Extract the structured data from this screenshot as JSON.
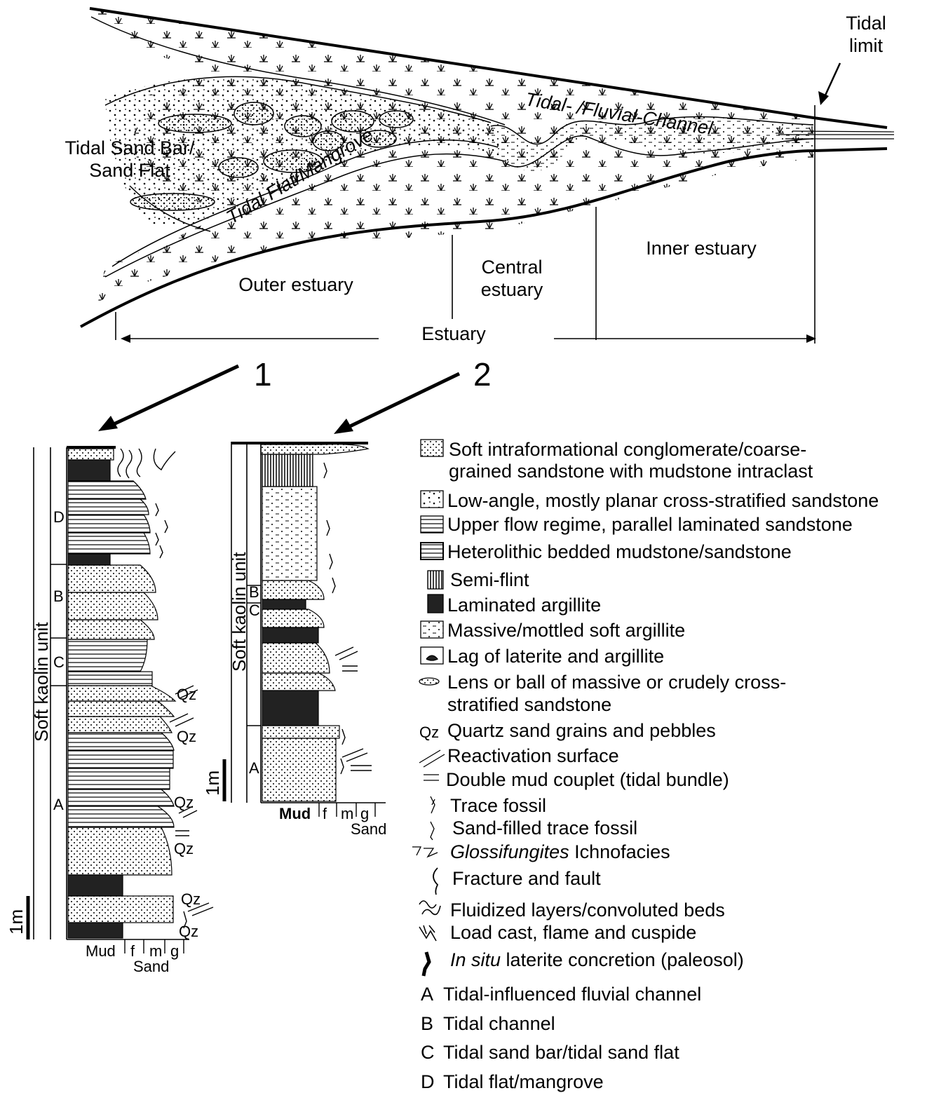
{
  "estuary_map": {
    "tidal_limit": [
      "Tidal",
      "limit"
    ],
    "channel_label": "Tidal- /Fluvial-Channel",
    "sand_bar_label": [
      "Tidal Sand Bar/",
      "Sand Flat"
    ],
    "tidal_flat_label": "Tidal Flat/Mangrove",
    "outer": "Outer estuary",
    "central": [
      "Central",
      "estuary"
    ],
    "inner": "Inner estuary",
    "estuary": "Estuary"
  },
  "pointers": {
    "one": "1",
    "two": "2"
  },
  "column1": {
    "unit_label": "Soft kaolin unit",
    "facies_letters": [
      "D",
      "B",
      "C",
      "A"
    ],
    "scale": "1m",
    "grain_axis": [
      "Mud",
      "f",
      "m",
      "g"
    ],
    "sand_label": "Sand",
    "qz": "Qz"
  },
  "column2": {
    "unit_label": "Soft kaolin unit",
    "facies_letters": [
      "B",
      "C",
      "A"
    ],
    "scale": "1m",
    "grain_axis": [
      "Mud",
      "f",
      "m",
      "g"
    ],
    "sand_label": "Sand"
  },
  "legend": {
    "items": [
      {
        "icon": "conglomerate",
        "text": [
          "Soft intraformational conglomerate/coarse-",
          "grained sandstone with mudstone intraclast"
        ]
      },
      {
        "icon": "low-angle",
        "text": [
          "Low-angle, mostly planar cross-stratified sandstone"
        ]
      },
      {
        "icon": "upper-flow",
        "text": [
          "Upper flow regime, parallel laminated sandstone"
        ]
      },
      {
        "icon": "heterolithic",
        "text": [
          "Heterolithic bedded mudstone/sandstone"
        ]
      },
      {
        "icon": "semi-flint",
        "text": [
          "Semi-flint"
        ]
      },
      {
        "icon": "laminated-argillite",
        "text": [
          "Laminated argillite"
        ]
      },
      {
        "icon": "massive-argillite",
        "text": [
          "Massive/mottled soft argillite"
        ]
      },
      {
        "icon": "lag",
        "text": [
          "Lag of laterite and argillite"
        ]
      },
      {
        "icon": "lens",
        "text": [
          "Lens or ball of massive or crudely cross-",
          "stratified sandstone"
        ]
      },
      {
        "icon": "qz",
        "icon_text": "Qz",
        "text": [
          "Quartz sand grains and pebbles"
        ]
      },
      {
        "icon": "reactivation",
        "text": [
          "Reactivation surface"
        ]
      },
      {
        "icon": "double-mud",
        "text": [
          "Double mud couplet (tidal bundle)"
        ]
      },
      {
        "icon": "trace-fossil",
        "text": [
          "Trace fossil"
        ]
      },
      {
        "icon": "sand-filled-trace",
        "text": [
          "Sand-filled trace fossil"
        ]
      },
      {
        "icon": "glossifungites",
        "text_italic": "Glossifungites",
        "text": [
          " Ichnofacies"
        ]
      },
      {
        "icon": "fracture",
        "text": [
          "Fracture and fault"
        ]
      },
      {
        "icon": "fluidized",
        "text": [
          "Fluidized layers/convoluted beds"
        ]
      },
      {
        "icon": "load-cast",
        "text": [
          "Load cast, flame and cuspide"
        ]
      },
      {
        "icon": "laterite",
        "text_italic": "In situ",
        "text": [
          " laterite concretion (paleosol)"
        ]
      }
    ],
    "facies": [
      {
        "letter": "A",
        "text": "Tidal-influenced fluvial channel"
      },
      {
        "letter": "B",
        "text": "Tidal channel"
      },
      {
        "letter": "C",
        "text": "Tidal sand bar/tidal sand flat"
      },
      {
        "letter": "D",
        "text": "Tidal flat/mangrove"
      }
    ]
  }
}
